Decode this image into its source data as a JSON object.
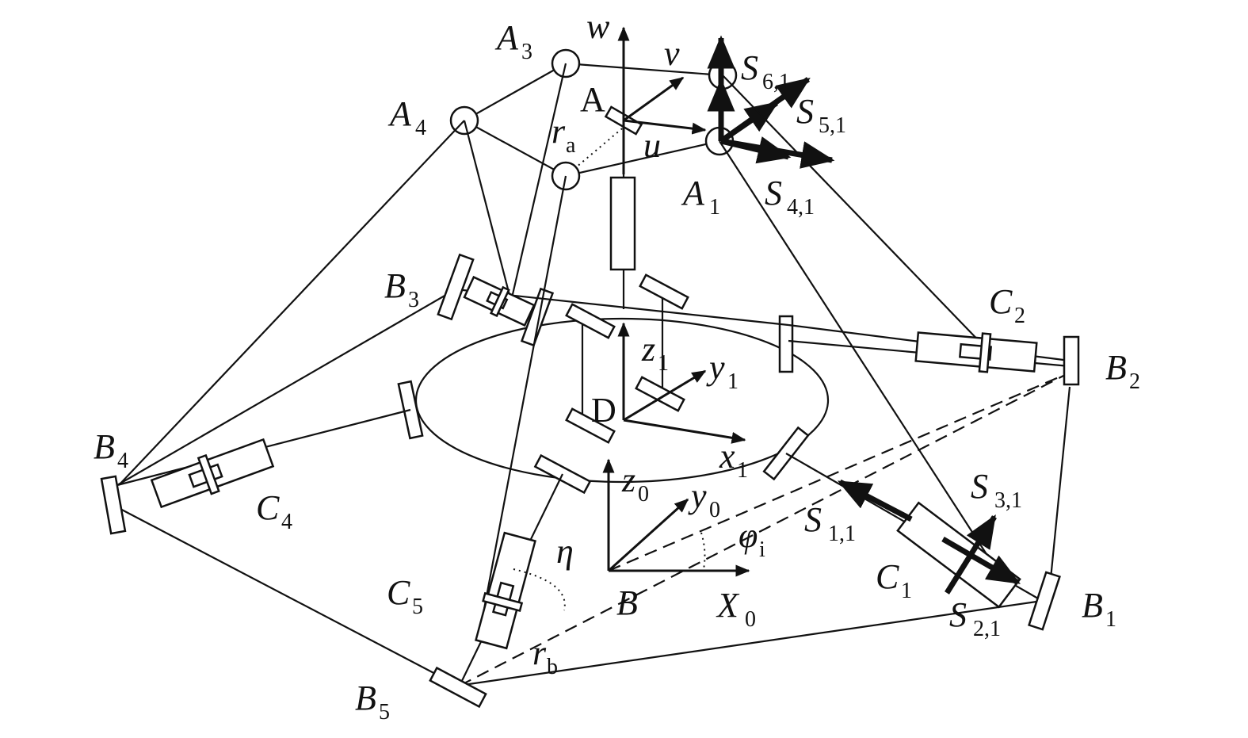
{
  "labels": {
    "w": "w",
    "v": "v",
    "u": "u",
    "A": "A",
    "A1": "A",
    "A1_sub": "1",
    "A3": "A",
    "A3_sub": "3",
    "A4": "A",
    "A4_sub": "4",
    "ra": "r",
    "ra_sub": "a",
    "S61": "S",
    "S61_sub": "6,1",
    "S51": "S",
    "S51_sub": "5,1",
    "S41": "S",
    "S41_sub": "4,1",
    "B1": "B",
    "B1_sub": "1",
    "B2": "B",
    "B2_sub": "2",
    "B3": "B",
    "B3_sub": "3",
    "B4": "B",
    "B4_sub": "4",
    "B5": "B",
    "B5_sub": "5",
    "C1": "C",
    "C1_sub": "1",
    "C2": "C",
    "C2_sub": "2",
    "C4": "C",
    "C4_sub": "4",
    "C5": "C",
    "C5_sub": "5",
    "z1": "z",
    "z1_sub": "1",
    "y1": "y",
    "y1_sub": "1",
    "x1": "x",
    "x1_sub": "1",
    "D": "D",
    "z0": "z",
    "z0_sub": "0",
    "y0": "y",
    "y0_sub": "0",
    "X0": "X",
    "X0_sub": "0",
    "B": "B",
    "phi": "φ",
    "phi_sub": "i",
    "eta": "η",
    "rb": "r",
    "rb_sub": "b",
    "S11": "S",
    "S11_sub": "1,1",
    "S21": "S",
    "S21_sub": "2,1",
    "S31": "S",
    "S31_sub": "3,1"
  }
}
